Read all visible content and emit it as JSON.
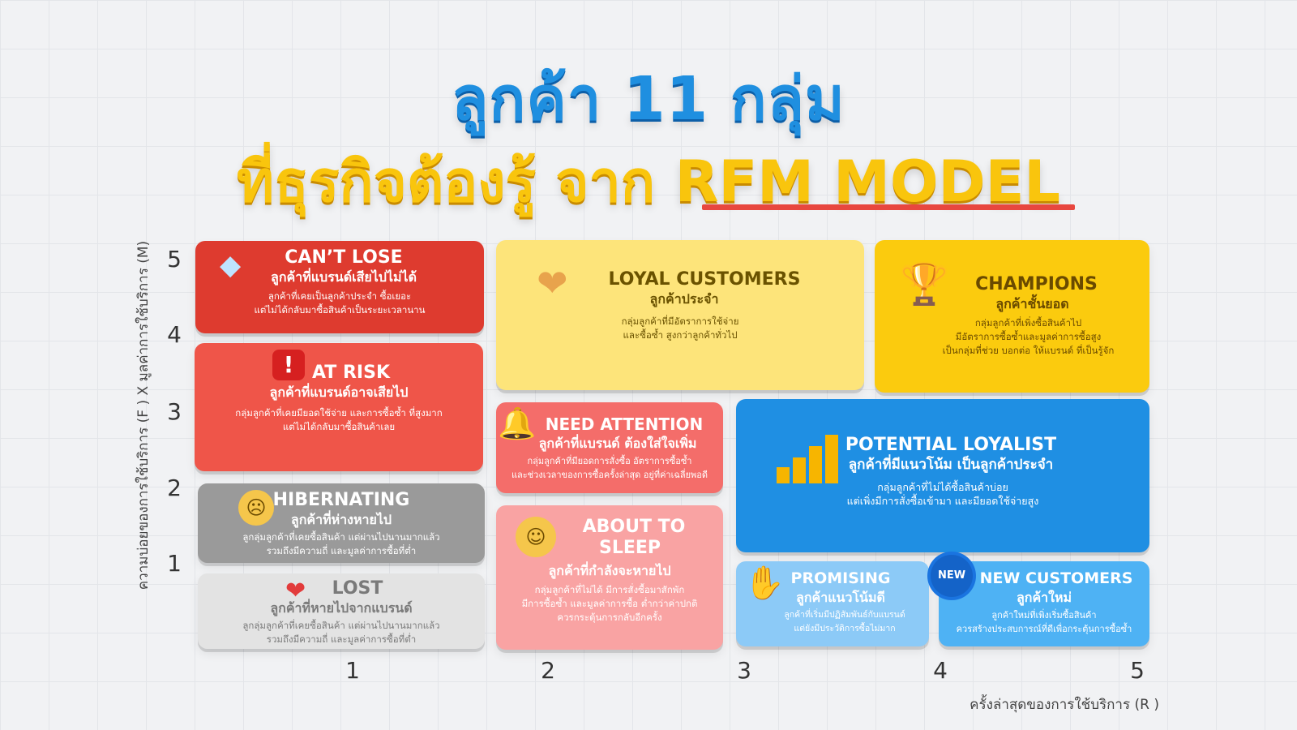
{
  "title": {
    "line1": "ลูกค้า 11 กลุ่ม",
    "line2_prefix": "ที่ธุรกิจต้องรู้ จาก ",
    "line2_highlight": "RFM MODEL"
  },
  "axes": {
    "y_label": "ความบ่อยของการใช้บริการ (F ) X มูลค่าการใช้บริการ (M)",
    "x_label": "ครั้งล่าสุดของการใช้บริการ (R )",
    "y_ticks": [
      "5",
      "4",
      "3",
      "2",
      "1"
    ],
    "x_ticks": [
      "1",
      "2",
      "3",
      "4",
      "5"
    ]
  },
  "segments": {
    "cant_lose": {
      "en": "CAN’T LOSE",
      "th": "ลูกค้าที่แบรนด์เสียไปไม่ได้",
      "desc1": "ลูกค้าที่เคยเป็นลูกค้าประจำ ซื้อเยอะ",
      "desc2": "แต่ไม่ได้กลับมาซื้อสินค้าเป็นระยะเวลานาน",
      "icon": "diamond-icon",
      "color": "#de3b2f"
    },
    "at_risk": {
      "en": "AT RISK",
      "th": "ลูกค้าที่แบรนด์อาจเสียไป",
      "desc1": "กลุ่มลูกค้าที่เคยมียอดใช้จ่าย และการซื้อซ้ำ ที่สูงมาก",
      "desc2": "แต่ไม่ได้กลับมาซื้อสินค้าเลย",
      "icon": "exclamation-icon",
      "color": "#ef5549"
    },
    "hibernating": {
      "en": "HIBERNATING",
      "th": "ลูกค้าที่ห่างหายไป",
      "desc1": "ลูกลุ่มลูกค้าที่เคยซื้อสินค้า แต่ผ่านไปนานมากแล้ว",
      "desc2": "รวมถึงมีความถี่ และมูลค่าการซื้อที่ต่ำ",
      "icon": "worried-face-icon",
      "color": "#9a9a9a"
    },
    "lost": {
      "en": "LOST",
      "th": "ลูกค้าที่หายไปจากแบรนด์",
      "desc1": "ลูกลุ่มลูกค้าที่เคยซื้อสินค้า แต่ผ่านไปนานมากแล้ว",
      "desc2": "รวมถึงมีความถี่ และมูลค่าการซื้อที่ต่ำ",
      "icon": "broken-heart-icon",
      "color": "#e3e3e3"
    },
    "loyal": {
      "en": "LOYAL CUSTOMERS",
      "th": "ลูกค้าประจำ",
      "desc1": "กลุ่มลูกค้าที่มีอัตราการใช้จ่าย",
      "desc2": "และซื้อซ้ำ สูงกว่าลูกค้าทั่วไป",
      "icon": "heart-icon",
      "color": "#fde47a"
    },
    "champions": {
      "en": "CHAMPIONS",
      "th": "ลูกค้าชั้นยอด",
      "desc1": "กลุ่มลูกค้าที่เพิ่งซื้อสินค้าไป",
      "desc2": "มีอัตราการซื้อซ้ำและมูลค่าการซื้อสูง",
      "desc3": "เป็นกลุ่มที่ช่วย บอกต่อ ให้แบรนด์ ที่เป็นรู้จัก",
      "icon": "trophy-icon",
      "color": "#fbcb0e"
    },
    "need_attention": {
      "en": "NEED ATTENTION",
      "th": "ลูกค้าที่แบรนด์ ต้องใส่ใจเพิ่ม",
      "desc1": "กลุ่มลูกค้าที่มียอดการสั่งซื้อ อัตราการซื้อซ้ำ",
      "desc2": "และช่วงเวลาของการซื้อครั้งล่าสุด อยู่ที่ค่าเฉลี่ยพอดี",
      "icon": "bell-icon",
      "color": "#f46d6a"
    },
    "about_to_sleep": {
      "en1": "ABOUT TO",
      "en2": "SLEEP",
      "th": "ลูกค้าที่กำลังจะหายไป",
      "desc1": "กลุ่มลูกค้าที่ไม่ได้ มีการสั่งซื้อมาสักพัก",
      "desc2": "มีการซื้อซ้ำ และมูลค่าการซื้อ ต่ำกว่าค่าปกติ",
      "desc3": "ควรกระตุ้นการกลับอีกครั้ง",
      "icon": "sleeping-face-icon",
      "color": "#f9a3a3"
    },
    "potential_loyalist": {
      "en": "POTENTIAL LOYALIST",
      "th": "ลูกค้าที่มีแนวโน้ม เป็นลูกค้าประจำ",
      "desc1": "กลุ่มลูกค้าที่ไม่ได้ซื้อสินค้าบ่อย",
      "desc2": "แต่เพิ่งมีการสั่งซื้อเข้ามา และมียอดใช้จ่ายสูง",
      "icon": "growth-chart-icon",
      "color": "#1f8fe3"
    },
    "promising": {
      "en": "PROMISING",
      "th": "ลูกค้าแนวโน้มดี",
      "desc1": "ลูกค้าที่เริ่มมีปฏิสัมพันธ์กับแบรนด์",
      "desc2": "แต่ยังมีประวัติการซื้อไม่มาก",
      "icon": "hand-heart-icon",
      "color": "#8ccaf7"
    },
    "new_customers": {
      "en": "NEW CUSTOMERS",
      "th": "ลูกค้าใหม่",
      "desc1": "ลูกค้าใหม่ที่เพิ่งเริ่มซื้อสินค้า",
      "desc2": "ควรสร้างประสบการณ์ที่ดีเพื่อกระตุ้นการซื้อซ้ำ",
      "badge": "NEW",
      "icon": "new-badge-icon",
      "color": "#4eb2f4"
    }
  }
}
